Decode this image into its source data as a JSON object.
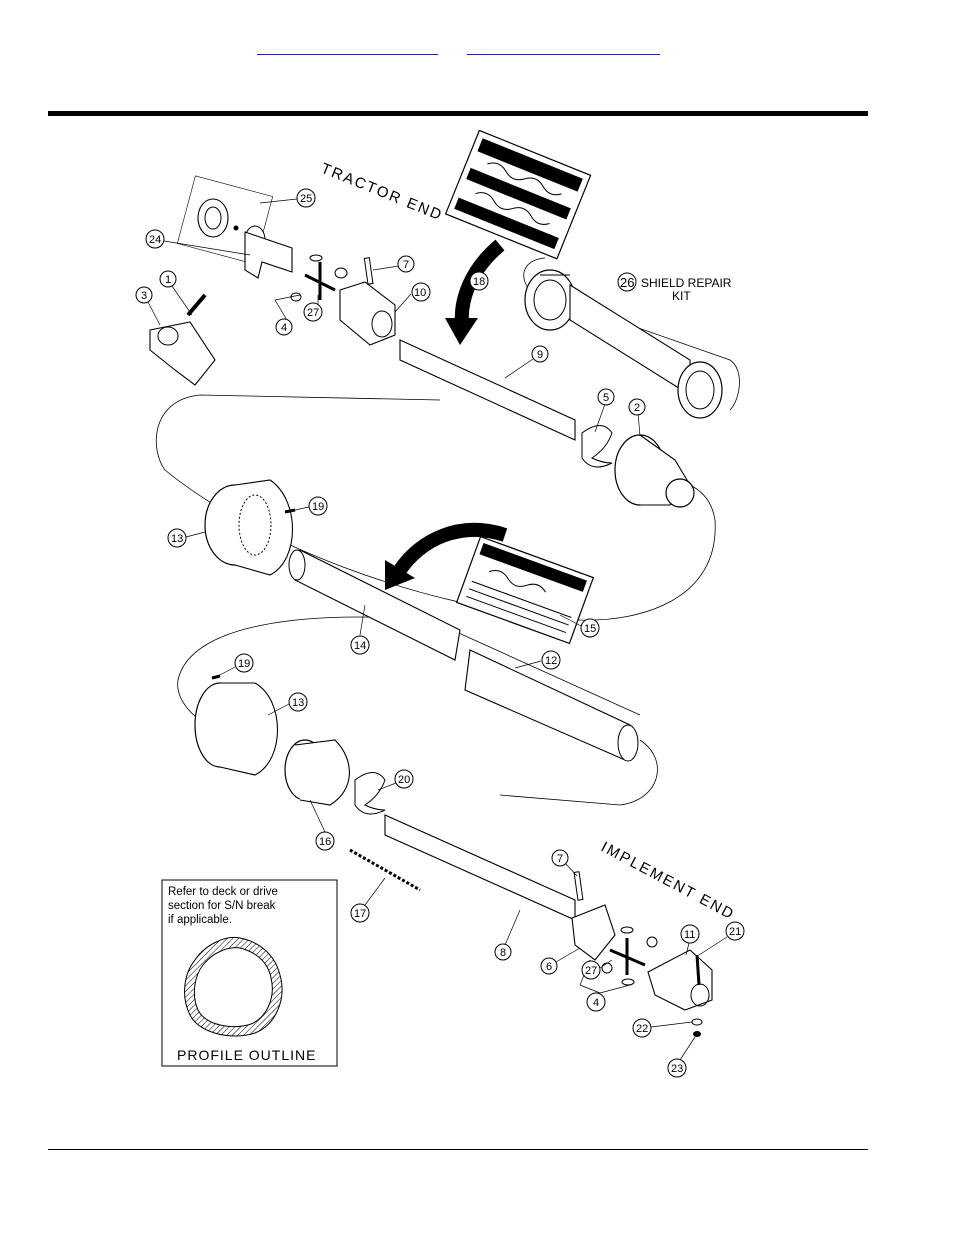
{
  "header": {
    "links": [
      {
        "name": "table-of-contents-link",
        "text": ""
      },
      {
        "name": "part-number-index-link",
        "text": ""
      }
    ]
  },
  "diagram": {
    "labels": {
      "tractor_end": "TRACTOR END",
      "implement_end": "IMPLEMENT END",
      "shield_repair_kit_num": "26",
      "shield_repair_kit_line1": "SHIELD REPAIR",
      "shield_repair_kit_line2": "KIT"
    },
    "callouts": [
      "1",
      "2",
      "3",
      "4",
      "5",
      "6",
      "7",
      "8",
      "9",
      "10",
      "11",
      "12",
      "13",
      "14",
      "15",
      "16",
      "17",
      "18",
      "19",
      "20",
      "21",
      "22",
      "23",
      "24",
      "25",
      "27"
    ],
    "note": {
      "line1": "Refer to deck or drive",
      "line2": "section for S/N break",
      "line3": "if applicable."
    },
    "profile_label": "PROFILE OUTLINE"
  }
}
